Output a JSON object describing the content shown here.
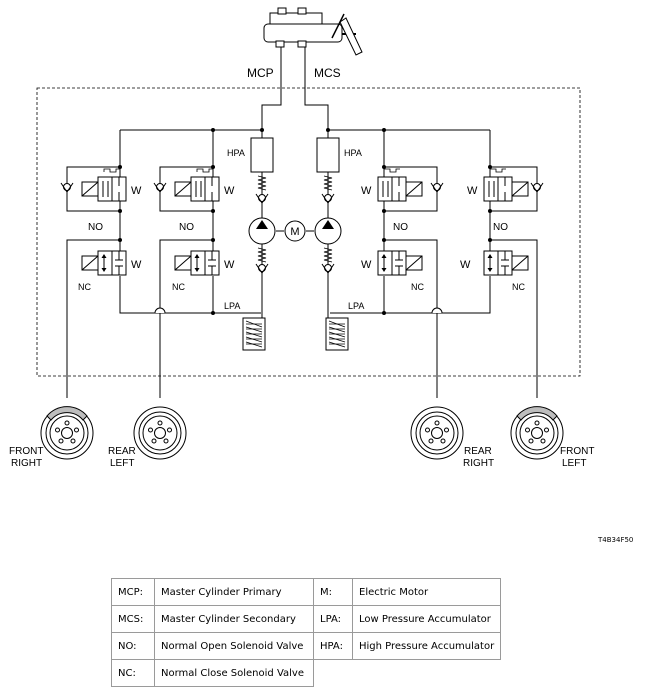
{
  "labels": {
    "mcp": "MCP",
    "mcs": "MCS",
    "hpa": "HPA",
    "lpa": "LPA",
    "no": "NO",
    "nc": "NC",
    "w": "W",
    "m": "M",
    "front_right": [
      "FRONT",
      "RIGHT"
    ],
    "rear_left": [
      "REAR",
      "LEFT"
    ],
    "rear_right": [
      "REAR",
      "RIGHT"
    ],
    "front_left": [
      "FRONT",
      "LEFT"
    ],
    "code": "T4B34F50"
  },
  "legend": [
    {
      "k1": "MCP:",
      "v1": "Master Cylinder Primary",
      "k2": "M:",
      "v2": "Electric Motor"
    },
    {
      "k1": "MCS:",
      "v1": "Master Cylinder Secondary",
      "k2": "LPA:",
      "v2": "Low Pressure Accumulator"
    },
    {
      "k1": "NO:",
      "v1": "Normal Open Solenoid Valve",
      "k2": "HPA:",
      "v2": "High Pressure Accumulator"
    },
    {
      "k1": "NC:",
      "v1": "Normal Close Solenoid Valve",
      "k2": "",
      "v2": ""
    }
  ],
  "colors": {
    "line": "#000000",
    "wheel_shade": "#bdbdbd",
    "border": "#9a9a9a"
  }
}
